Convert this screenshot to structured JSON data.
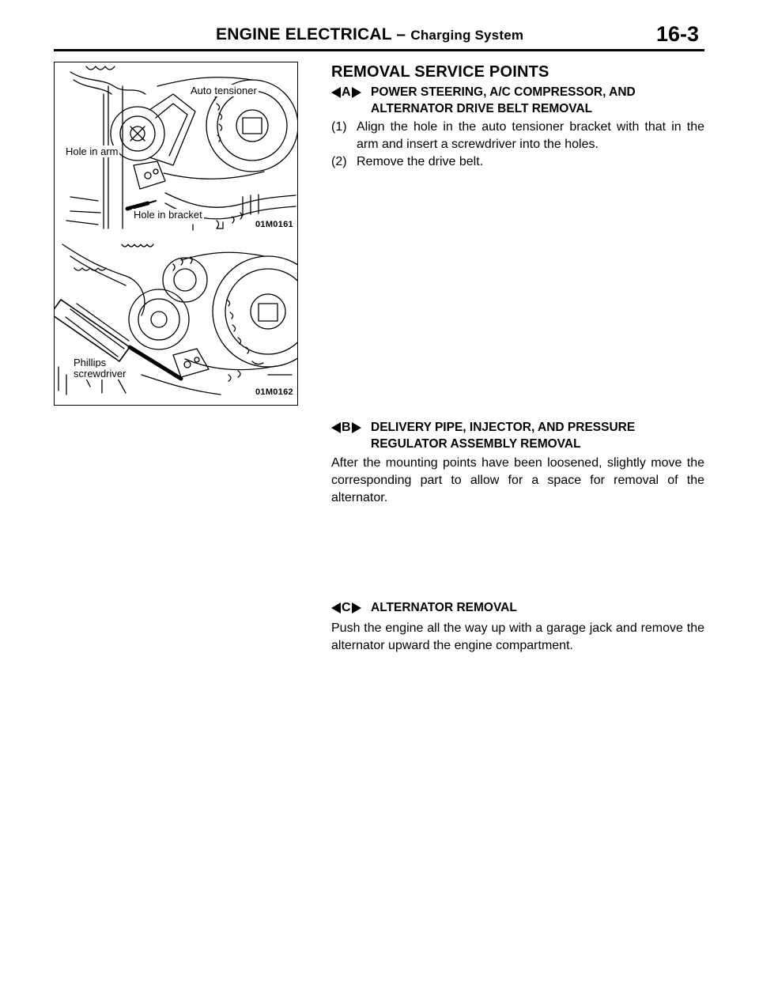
{
  "header": {
    "title": "ENGINE ELECTRICAL",
    "separator": "–",
    "subtitle": "Charging System",
    "page_number": "16-3"
  },
  "figure": {
    "labels": {
      "auto_tensioner": "Auto tensioner",
      "hole_in_arm": "Hole in arm",
      "hole_in_bracket": "Hole in bracket",
      "phillips": "Phillips",
      "screwdriver": "screwdriver"
    },
    "codes": {
      "top": "01M0161",
      "bottom": "01M0162"
    }
  },
  "section": {
    "heading": "REMOVAL SERVICE POINTS",
    "items": [
      {
        "letter": "A",
        "title": "POWER STEERING, A/C COMPRESSOR, AND ALTERNATOR DRIVE BELT REMOVAL",
        "steps": [
          {
            "num": "(1)",
            "text": "Align the hole in the auto tensioner bracket with that in the arm and insert a screwdriver into the holes."
          },
          {
            "num": "(2)",
            "text": "Remove the drive belt."
          }
        ]
      },
      {
        "letter": "B",
        "title": "DELIVERY PIPE, INJECTOR, AND PRESSURE REGULATOR ASSEMBLY REMOVAL",
        "text": "After the mounting points have been loosened, slightly move the corresponding part to allow for a space for removal of the alternator."
      },
      {
        "letter": "C",
        "title": "ALTERNATOR REMOVAL",
        "text": "Push the engine all the way up with a garage jack and remove the alternator upward the engine compartment."
      }
    ]
  }
}
